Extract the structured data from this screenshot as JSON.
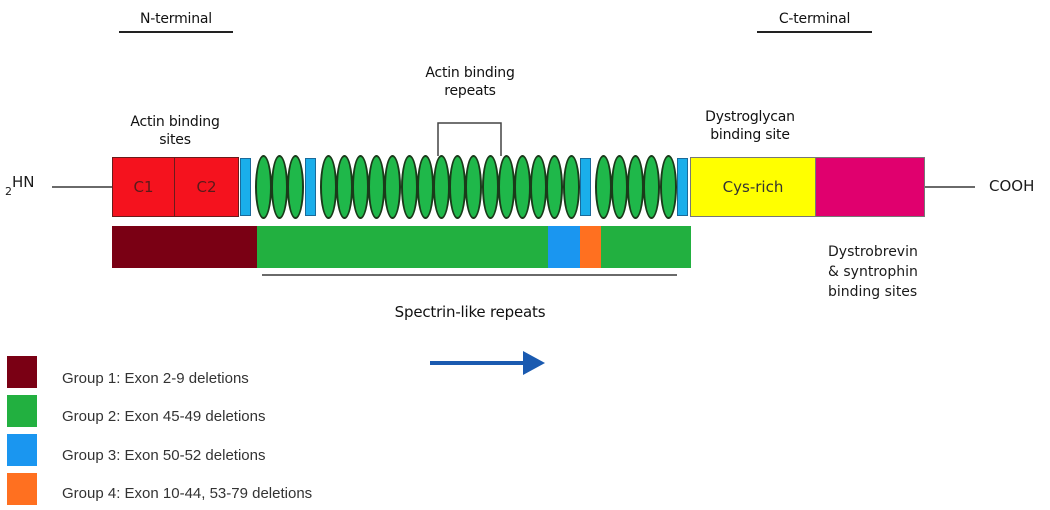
{
  "title": "Dystrophin protein domain structure",
  "labels": {
    "n_terminal": "N-terminal",
    "c_terminal": "C-terminal",
    "nh2_prefix": "2",
    "nh2": "HN",
    "cooh": "COOH",
    "actin_binding_sites": [
      "Actin binding",
      "sites"
    ],
    "actin_binding_repeats": [
      "Actin binding",
      "repeats"
    ],
    "dystroglycan_binding_site": [
      "Dystroglycan",
      "binding site"
    ],
    "dystrobrevin": [
      "Dystrobrevin",
      "& syntrophin",
      "binding sites"
    ],
    "spectrin_like_repeats": "Spectrin-like repeats"
  },
  "domains": {
    "c1": "C1",
    "c2": "C2",
    "cys_rich": "Cys-rich"
  },
  "spectrin": {
    "oval_groups": [
      3,
      16,
      5
    ],
    "hinge_count": 4
  },
  "colors": {
    "calponin": "#f5121e",
    "hinge": "#1aaeea",
    "spectrin": "#1fb84a",
    "cys_rich": "#ffff00",
    "c_term": "#e0006e",
    "group1": "#7a0014",
    "group2": "#22b040",
    "group3": "#1a96f0",
    "group4": "#ff7020",
    "arrow": "#1a5ab0"
  },
  "legend": [
    {
      "label": "Group 1: Exon 2-9 deletions",
      "color": "#7a0014"
    },
    {
      "label": "Group 2: Exon 45-49 deletions",
      "color": "#22b040"
    },
    {
      "label": "Group 3: Exon 50-52 deletions",
      "color": "#1a96f0"
    },
    {
      "label": "Group 4: Exon 10-44, 53-79 deletions",
      "color": "#ff7020"
    }
  ]
}
